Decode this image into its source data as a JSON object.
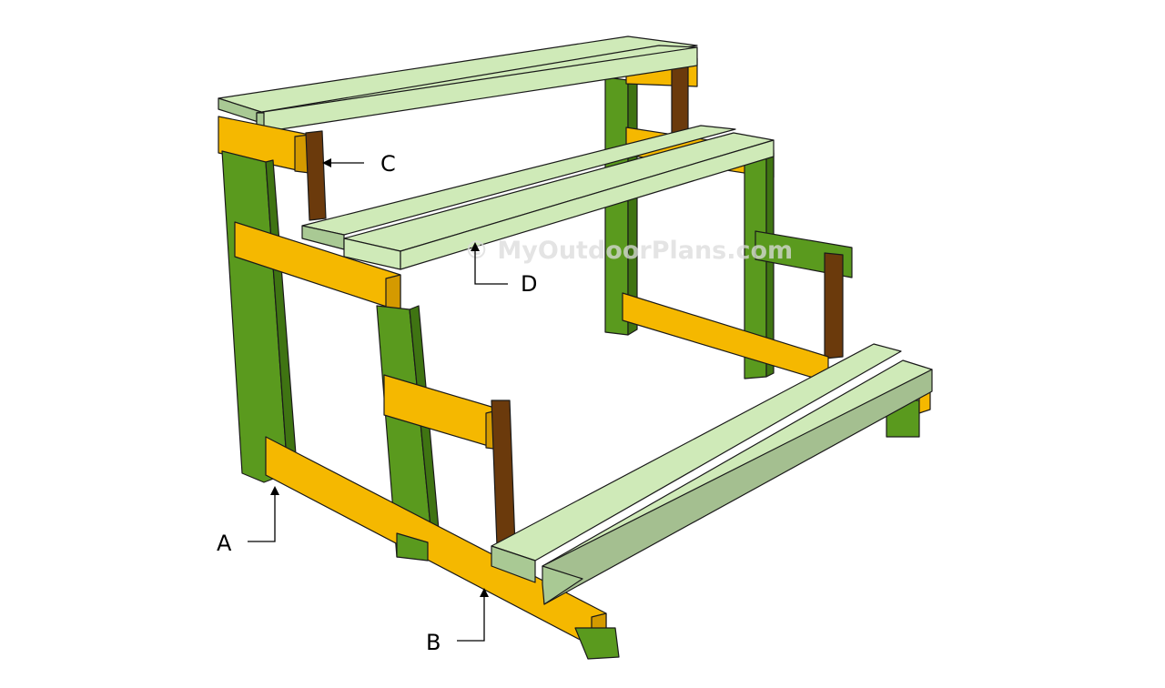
{
  "watermark": "© MyOutdoorPlans.com",
  "labels": {
    "a": "A",
    "b": "B",
    "c": "C",
    "d": "D"
  },
  "colors": {
    "leg": "#5a9a1e",
    "leg_dark": "#3f7412",
    "rail": "#f5b800",
    "rail_dark": "#d49a00",
    "support": "#6b3a0c",
    "support_dark": "#4a2606",
    "slat": "#cfeab8",
    "slat_dark": "#a9c994",
    "slat_shade": "#a4bf90"
  }
}
